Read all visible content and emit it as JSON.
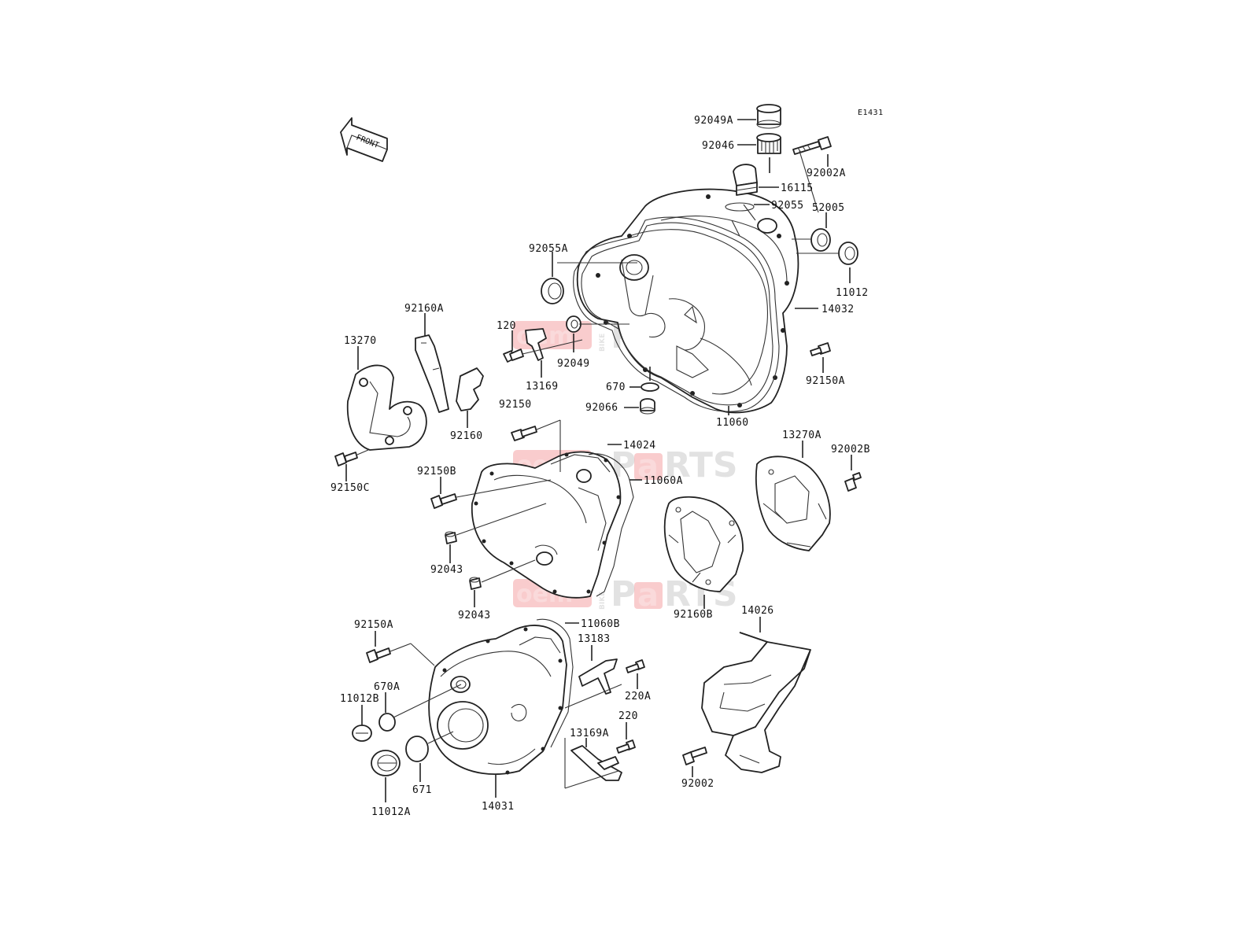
{
  "diagram": {
    "code": "E1431",
    "front_label": "FRONT"
  },
  "watermark": {
    "oem": "oem",
    "bike": "BIKE",
    "parts_p": "P",
    "parts_a": "a",
    "parts_rest": "RTS",
    "colors": {
      "red": "#e8474a",
      "grey": "#9a9a9a"
    }
  },
  "labels": {
    "l_92049A": "92049A",
    "l_92046": "92046",
    "l_92002A": "92002A",
    "l_16115": "16115",
    "l_92055": "92055",
    "l_52005": "52005",
    "l_92055A": "92055A",
    "l_11012": "11012",
    "l_14032": "14032",
    "l_92160A": "92160A",
    "l_120": "120",
    "l_92049": "92049",
    "l_13270": "13270",
    "l_13169": "13169",
    "l_92150A_top": "92150A",
    "l_670": "670",
    "l_92066": "92066",
    "l_92150": "92150",
    "l_92160": "92160",
    "l_11060": "11060",
    "l_13270A": "13270A",
    "l_14024": "14024",
    "l_92002B": "92002B",
    "l_92150B": "92150B",
    "l_11060A": "11060A",
    "l_92150C": "92150C",
    "l_92043_a": "92043",
    "l_92043_b": "92043",
    "l_92160B": "92160B",
    "l_14026": "14026",
    "l_11060B": "11060B",
    "l_92150A_bot": "92150A",
    "l_13183": "13183",
    "l_670A": "670A",
    "l_220A": "220A",
    "l_11012B": "11012B",
    "l_220": "220",
    "l_13169A": "13169A",
    "l_671": "671",
    "l_92002": "92002",
    "l_14031": "14031",
    "l_11012A": "11012A"
  }
}
